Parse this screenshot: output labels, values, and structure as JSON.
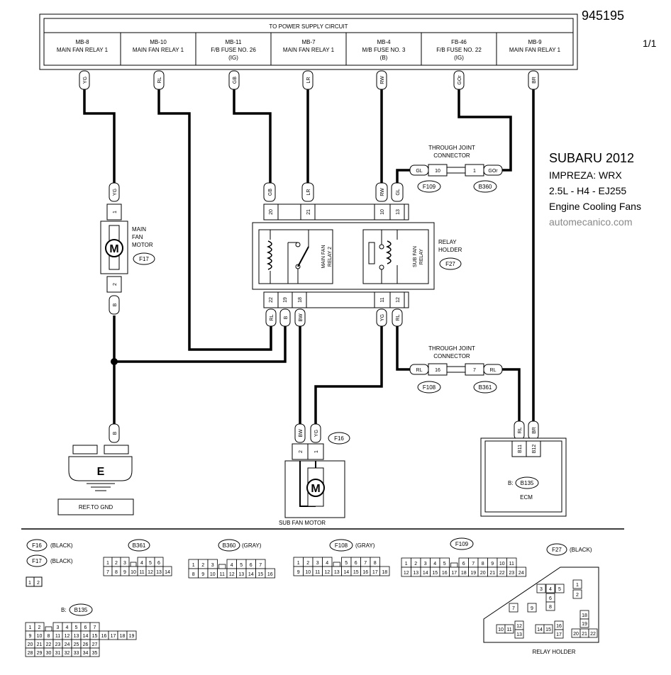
{
  "header": {
    "doc_id": "945195",
    "page": "1/1",
    "title_lines": [
      "SUBARU 2012",
      "IMPREZA: WRX",
      "2.5L - H4 - EJ255",
      "Engine Cooling Fans"
    ],
    "site": "automecanico.com"
  },
  "power_supply": {
    "title": "TO POWER SUPPLY CIRCUIT",
    "columns": [
      {
        "l1": "MB-8",
        "l2": "MAIN FAN RELAY 1",
        "l3": ""
      },
      {
        "l1": "MB-10",
        "l2": "MAIN FAN RELAY 1",
        "l3": ""
      },
      {
        "l1": "MB-11",
        "l2": "F/B FUSE NO. 26",
        "l3": "(IG)"
      },
      {
        "l1": "MB-7",
        "l2": "MAIN FAN RELAY 1",
        "l3": ""
      },
      {
        "l1": "MB-4",
        "l2": "M/B FUSE NO. 3",
        "l3": "(B)"
      },
      {
        "l1": "FB-46",
        "l2": "F/B FUSE NO. 22",
        "l3": "(IG)"
      },
      {
        "l1": "MB-9",
        "l2": "MAIN FAN RELAY 1",
        "l3": ""
      }
    ],
    "wire_colors": [
      "YG",
      "RL",
      "GB",
      "LR",
      "RW",
      "GOr",
      "BR"
    ]
  },
  "main_fan_motor": {
    "label_lines": [
      "MAIN",
      "FAN",
      "MOTOR"
    ],
    "connector": "F17",
    "symbol": "M",
    "top_wire": "YG",
    "top_pin": "1",
    "bottom_pin": "2",
    "bottom_wire": "B"
  },
  "ground": {
    "wire": "B",
    "symbol": "E",
    "label": "REF.TO GND"
  },
  "relay_holder": {
    "label_lines": [
      "RELAY",
      "HOLDER"
    ],
    "connector": "F27",
    "relay_main_lines": [
      "MAIN FAN",
      "RELAY 2"
    ],
    "relay_sub_lines": [
      "SUB FAN",
      "RELAY"
    ],
    "top_pins": [
      "20",
      "21",
      "10",
      "13"
    ],
    "top_wires": [
      "GB",
      "LR",
      "RW",
      "GL"
    ],
    "bottom_pins": [
      "22",
      "19",
      "18",
      "11",
      "12"
    ],
    "bottom_wires": [
      "RL",
      "B",
      "BW",
      "YG",
      "RL"
    ]
  },
  "joint_upper": {
    "title_lines": [
      "THROUGH JOINT",
      "CONNECTOR"
    ],
    "left_wire": "GL",
    "left_pin": "10",
    "right_pin": "1",
    "right_wire": "GOr",
    "left_conn": "F109",
    "right_conn": "B360"
  },
  "joint_lower": {
    "title_lines": [
      "THROUGH JOINT",
      "CONNECTOR"
    ],
    "left_wire": "RL",
    "left_pin": "16",
    "right_pin": "7",
    "right_wire": "RL",
    "left_conn": "F108",
    "right_conn": "B361"
  },
  "sub_fan_motor": {
    "label": "SUB FAN MOTOR",
    "connector": "F16",
    "symbol": "M",
    "wires": [
      "BW",
      "YG"
    ],
    "pins": [
      "2",
      "1"
    ]
  },
  "ecm": {
    "label": "ECM",
    "prefix": "B:",
    "connector": "B135",
    "wires": [
      "RL",
      "BR"
    ],
    "pins": [
      "B11",
      "B12"
    ]
  },
  "legend": {
    "f16": {
      "name": "F16",
      "color": "(BLACK)"
    },
    "f17": {
      "name": "F17",
      "color": "(BLACK)",
      "pins_row": [
        "1",
        "2"
      ]
    },
    "b361": {
      "name": "B361",
      "row1": [
        "1",
        "2",
        "3",
        "",
        "4",
        "5",
        "6"
      ],
      "row2": [
        "7",
        "8",
        "9",
        "10",
        "11",
        "12",
        "13",
        "14"
      ]
    },
    "b360": {
      "name": "B360",
      "color": "(GRAY)",
      "row1": [
        "1",
        "2",
        "3",
        "",
        "4",
        "5",
        "6",
        "7"
      ],
      "row2": [
        "8",
        "9",
        "10",
        "11",
        "12",
        "13",
        "14",
        "15",
        "16"
      ]
    },
    "f108": {
      "name": "F108",
      "color": "(GRAY)",
      "row1": [
        "1",
        "2",
        "3",
        "4",
        "",
        "5",
        "6",
        "7",
        "8"
      ],
      "row2": [
        "9",
        "10",
        "11",
        "12",
        "13",
        "14",
        "15",
        "16",
        "17",
        "18"
      ]
    },
    "f109": {
      "name": "F109",
      "row1": [
        "1",
        "2",
        "3",
        "4",
        "5",
        "",
        "6",
        "7",
        "8",
        "9",
        "10",
        "11"
      ],
      "row2": [
        "12",
        "13",
        "14",
        "15",
        "16",
        "17",
        "18",
        "19",
        "20",
        "21",
        "22",
        "23",
        "24"
      ]
    },
    "f27": {
      "name": "F27",
      "color": "(BLACK)",
      "caption": "RELAY HOLDER",
      "cells": [
        "3",
        "4",
        "5",
        "1",
        "6",
        "2",
        "8",
        "9",
        "7",
        "18",
        "19",
        "12",
        "13",
        "16",
        "17",
        "10",
        "11",
        "14",
        "15",
        "20",
        "21",
        "22"
      ]
    },
    "b135": {
      "prefix": "B:",
      "name": "B135",
      "rows": [
        [
          "1",
          "2",
          "",
          "3",
          "4",
          "5",
          "6",
          "7"
        ],
        [
          "9",
          "10",
          "8",
          "11",
          "12",
          "13",
          "14",
          "15",
          "16",
          "17",
          "18",
          "19"
        ],
        [
          "20",
          "21",
          "22",
          "23",
          "24",
          "25",
          "26",
          "27"
        ],
        [
          "28",
          "29",
          "30",
          "31",
          "32",
          "33",
          "34",
          "35"
        ]
      ]
    }
  }
}
